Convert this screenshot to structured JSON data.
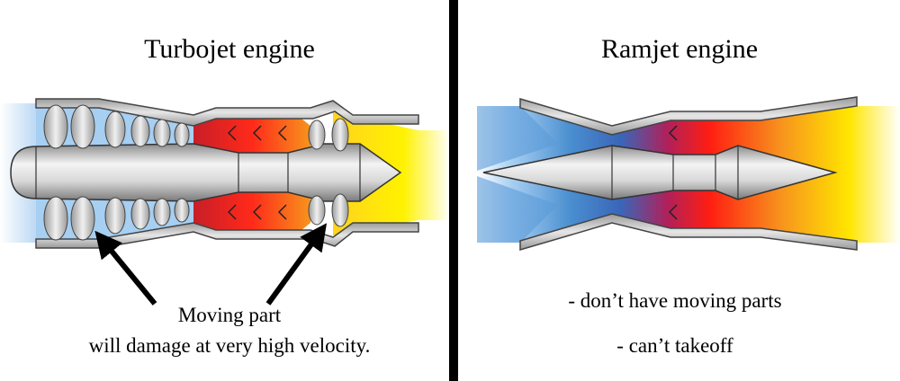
{
  "left_panel": {
    "title": "Turbojet engine",
    "caption_line1": "Moving part",
    "caption_line2": "will damage at very high velocity."
  },
  "right_panel": {
    "title": "Ramjet engine",
    "bullet1": "- don’t have moving parts",
    "bullet2": "- can’t takeoff"
  },
  "colors": {
    "divider": "#000000",
    "intake_blue": "#4a8fd0",
    "combustion_red": "#e8231b",
    "exhaust_yellow": "#fff200",
    "exhaust_orange": "#f7941d",
    "metal_gray": "#b8b8b8"
  }
}
